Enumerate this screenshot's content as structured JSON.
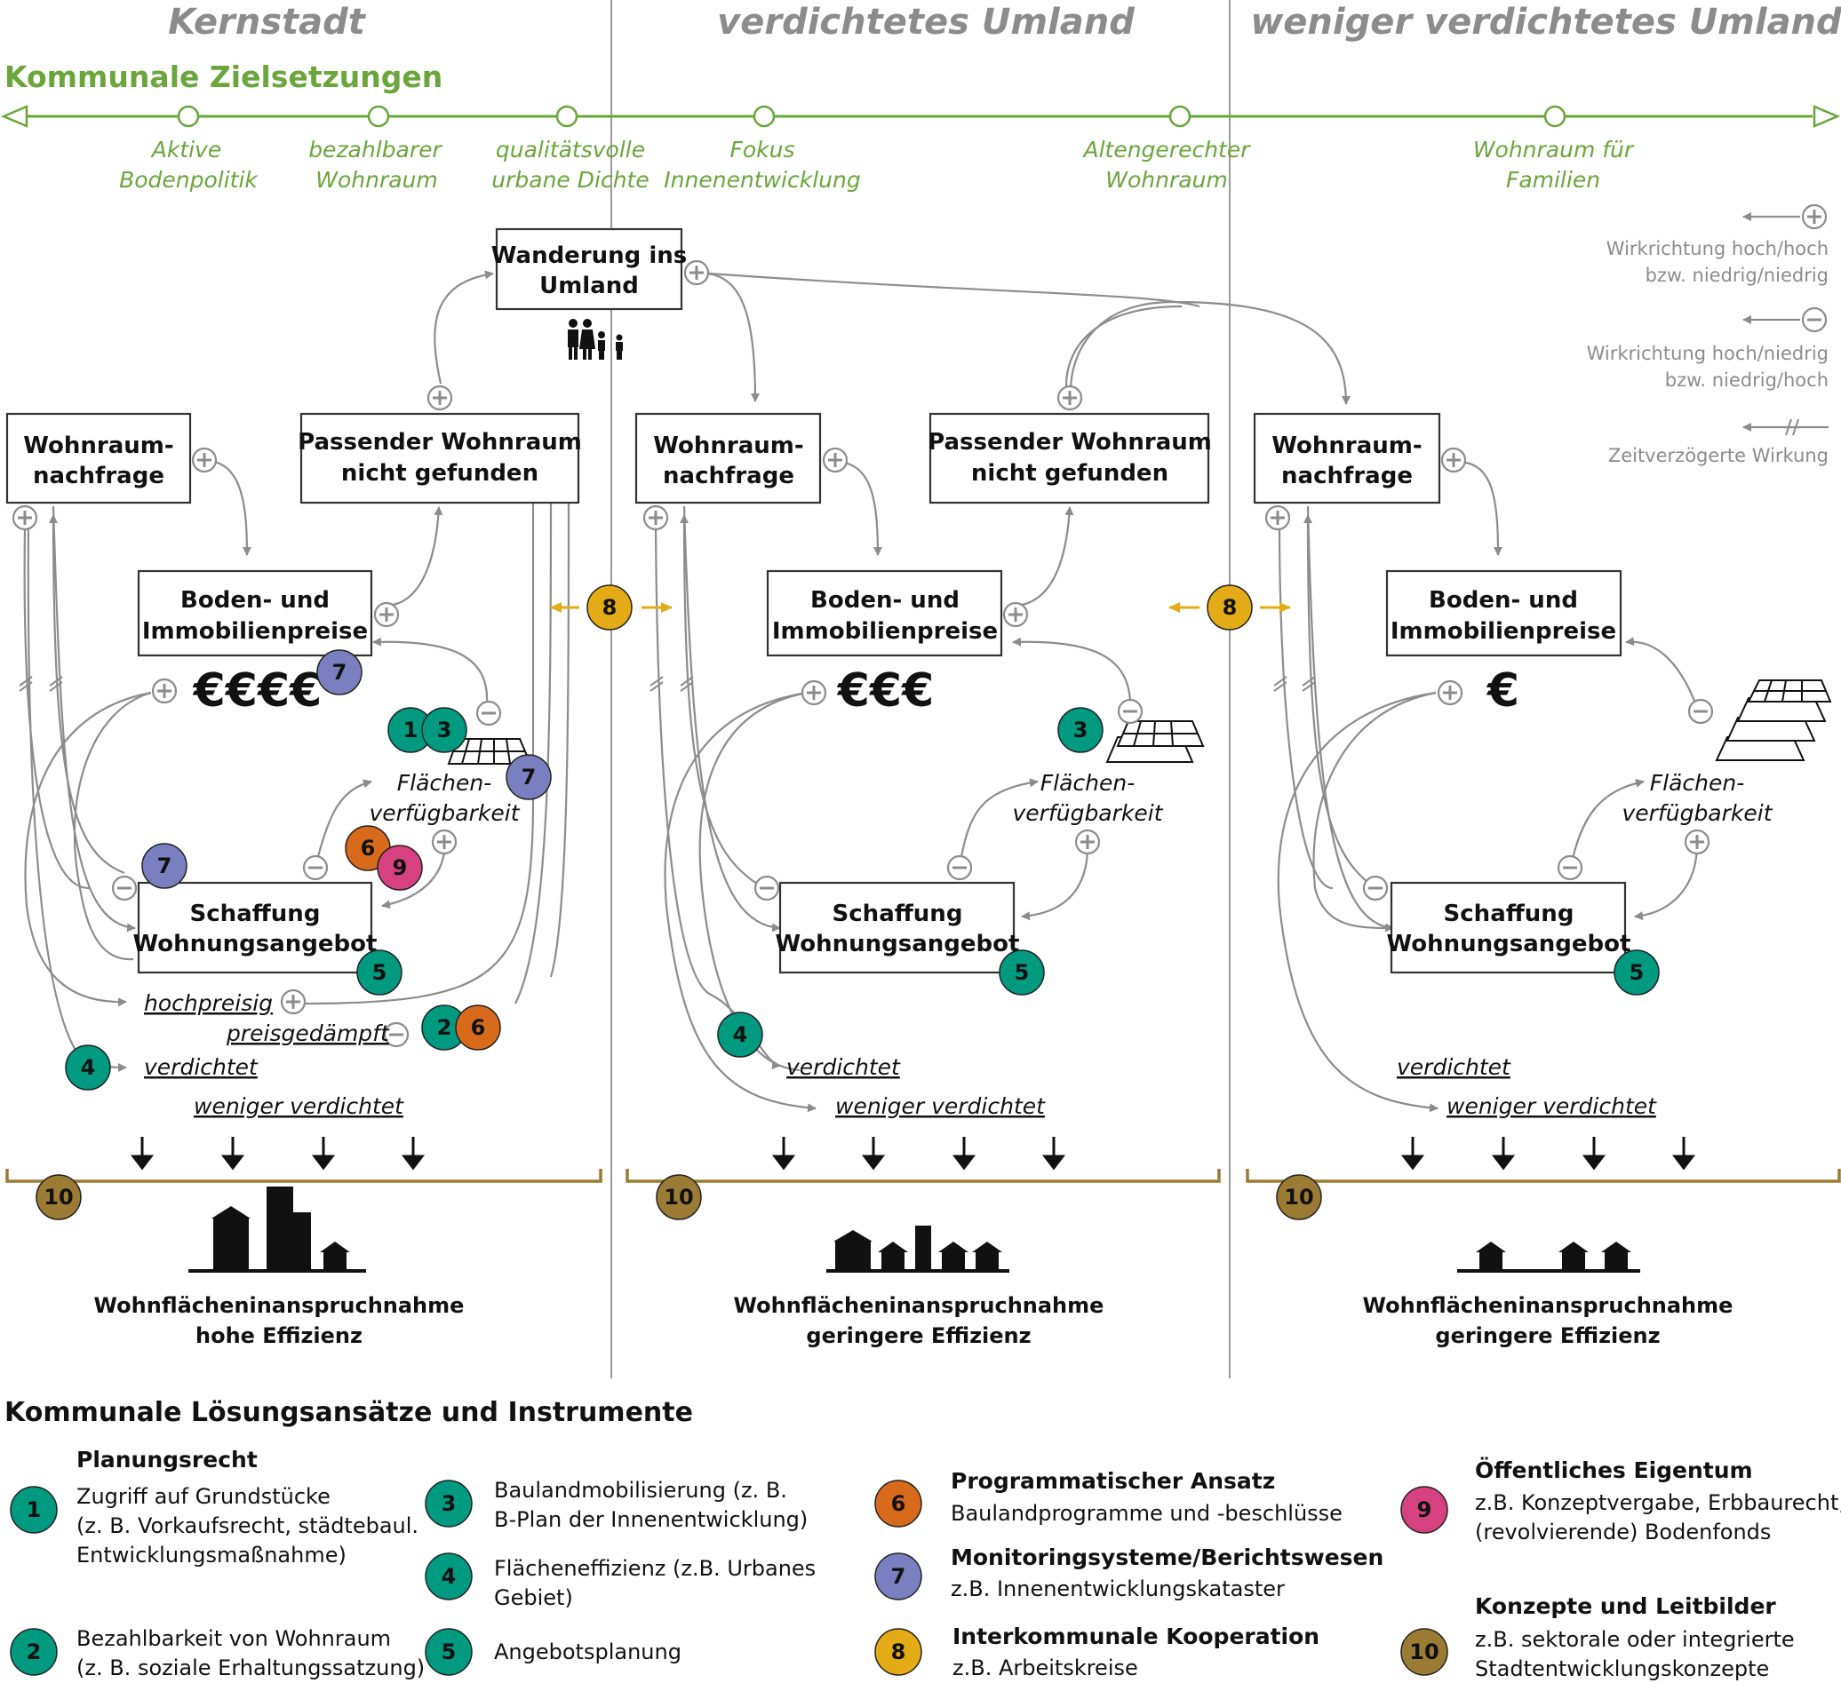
{
  "regions": [
    "Kernstadt",
    "verdichtetes Umland",
    "weniger verdichtetes Umland"
  ],
  "goals": {
    "title": "Kommunale Zielsetzungen",
    "items": [
      {
        "line1": "Aktive",
        "line2": "Bodenpolitik"
      },
      {
        "line1": "bezahlbarer",
        "line2": "Wohnraum"
      },
      {
        "line1": "qualitätsvolle",
        "line2": "urbane Dichte"
      },
      {
        "line1": "Fokus",
        "line2": "Innenentwicklung"
      },
      {
        "line1": "Altengerechter",
        "line2": "Wohnraum"
      },
      {
        "line1": "Wohnraum für",
        "line2": "Familien"
      }
    ]
  },
  "legend": {
    "pos_l1": "Wirkrichtung hoch/hoch",
    "pos_l2": "bzw. niedrig/niedrig",
    "neg_l1": "Wirkrichtung hoch/niedrig",
    "neg_l2": "bzw. niedrig/hoch",
    "delay": "Zeitverzögerte Wirkung"
  },
  "boxes": {
    "wanderung_l1": "Wanderung ins",
    "wanderung_l2": "Umland",
    "nachfrage_l1": "Wohnraum-",
    "nachfrage_l2": "nachfrage",
    "passend_l1": "Passender Wohnraum",
    "passend_l2": "nicht gefunden",
    "preise_l1": "Boden- und",
    "preise_l2": "Immobilienpreise",
    "schaffung_l1": "Schaffung",
    "schaffung_l2": "Wohnungsangebot",
    "flaechen_l1": "Flächen-",
    "flaechen_l2": "verfügbarkeit"
  },
  "prices": [
    "€€€€",
    "€€€",
    "€"
  ],
  "categories": {
    "hochpreisig": "hochpreisig",
    "preisgedaempft": "preisgedämpft",
    "verdichtet": "verdichtet",
    "weniger": "weniger verdichtet"
  },
  "efficiency": {
    "title": "Wohnflächeninanspruchnahme",
    "high": "hohe Effizienz",
    "low": "geringere Effizienz"
  },
  "solutions": {
    "title": "Kommunale Lösungsansätze und Instrumente",
    "planungsrecht": "Planungsrecht",
    "i1_l1": "Zugriff auf Grundstücke",
    "i1_l2": "(z. B. Vorkaufsrecht, städtebaul.",
    "i1_l3": "Entwicklungsmaßnahme)",
    "i2_l1": "Bezahlbarkeit von Wohnraum",
    "i2_l2": "(z. B. soziale Erhaltungssatzung)",
    "i3_l1": "Baulandmobilisierung (z. B.",
    "i3_l2": "B-Plan der Innenentwicklung)",
    "i4_l1": "Flächeneffizienz (z.B. Urbanes",
    "i4_l2": "Gebiet)",
    "i5_l1": "Angebotsplanung",
    "i6_h": "Programmatischer Ansatz",
    "i6_l1": "Baulandprogramme und -beschlüsse",
    "i7_h": "Monitoringsysteme/Berichtswesen",
    "i7_l1": "z.B. Innenentwicklungskataster",
    "i8_h": "Interkommunale Kooperation",
    "i8_l1": "z.B. Arbeitskreise",
    "i9_h": "Öffentliches Eigentum",
    "i9_l1": "z.B. Konzeptvergabe, Erbbaurecht,",
    "i9_l2": "(revolvierende) Bodenfonds",
    "i10_h": "Konzepte und Leitbilder",
    "i10_l1": "z.B. sektorale oder integrierte",
    "i10_l2": "Stadtentwicklungskonzepte"
  },
  "numbers": [
    "1",
    "2",
    "3",
    "4",
    "5",
    "6",
    "7",
    "8",
    "9",
    "10"
  ],
  "colors": {
    "green": "#6aa63b",
    "teal": "#009a80",
    "orange": "#d86a1b",
    "purple": "#7a80bf",
    "pink": "#d6417f",
    "yellow": "#e3ab16",
    "brown": "#9c7c35",
    "gray": "#8c8c8c"
  }
}
